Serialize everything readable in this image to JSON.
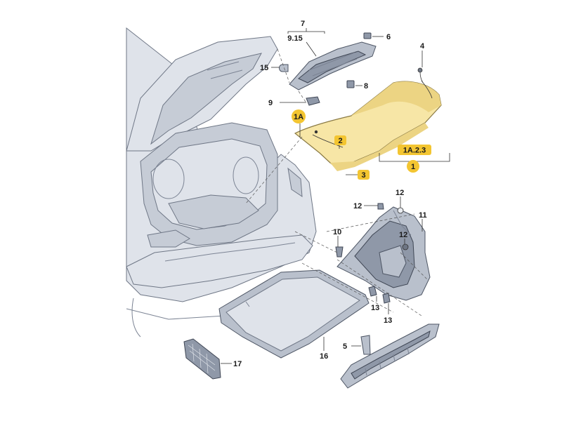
{
  "diagram": {
    "labels": {
      "p1": "1",
      "p1A": "1A",
      "p1A23": "1A.2.3",
      "p2": "2",
      "p3": "3",
      "p4": "4",
      "p5": "5",
      "p6": "6",
      "p7": "7",
      "p9_15": "9.15",
      "p8": "8",
      "p9": "9",
      "p10": "10",
      "p11": "11",
      "p12a": "12",
      "p12b": "12",
      "p12c": "12",
      "p13a": "13",
      "p13b": "13",
      "p15": "15",
      "p16": "16",
      "p17": "17"
    },
    "colors": {
      "highlight": "#f3c531",
      "shelf": "#f7e6a6",
      "car_body": "#dfe3ea",
      "part_grey": "#b9c0cc"
    }
  }
}
